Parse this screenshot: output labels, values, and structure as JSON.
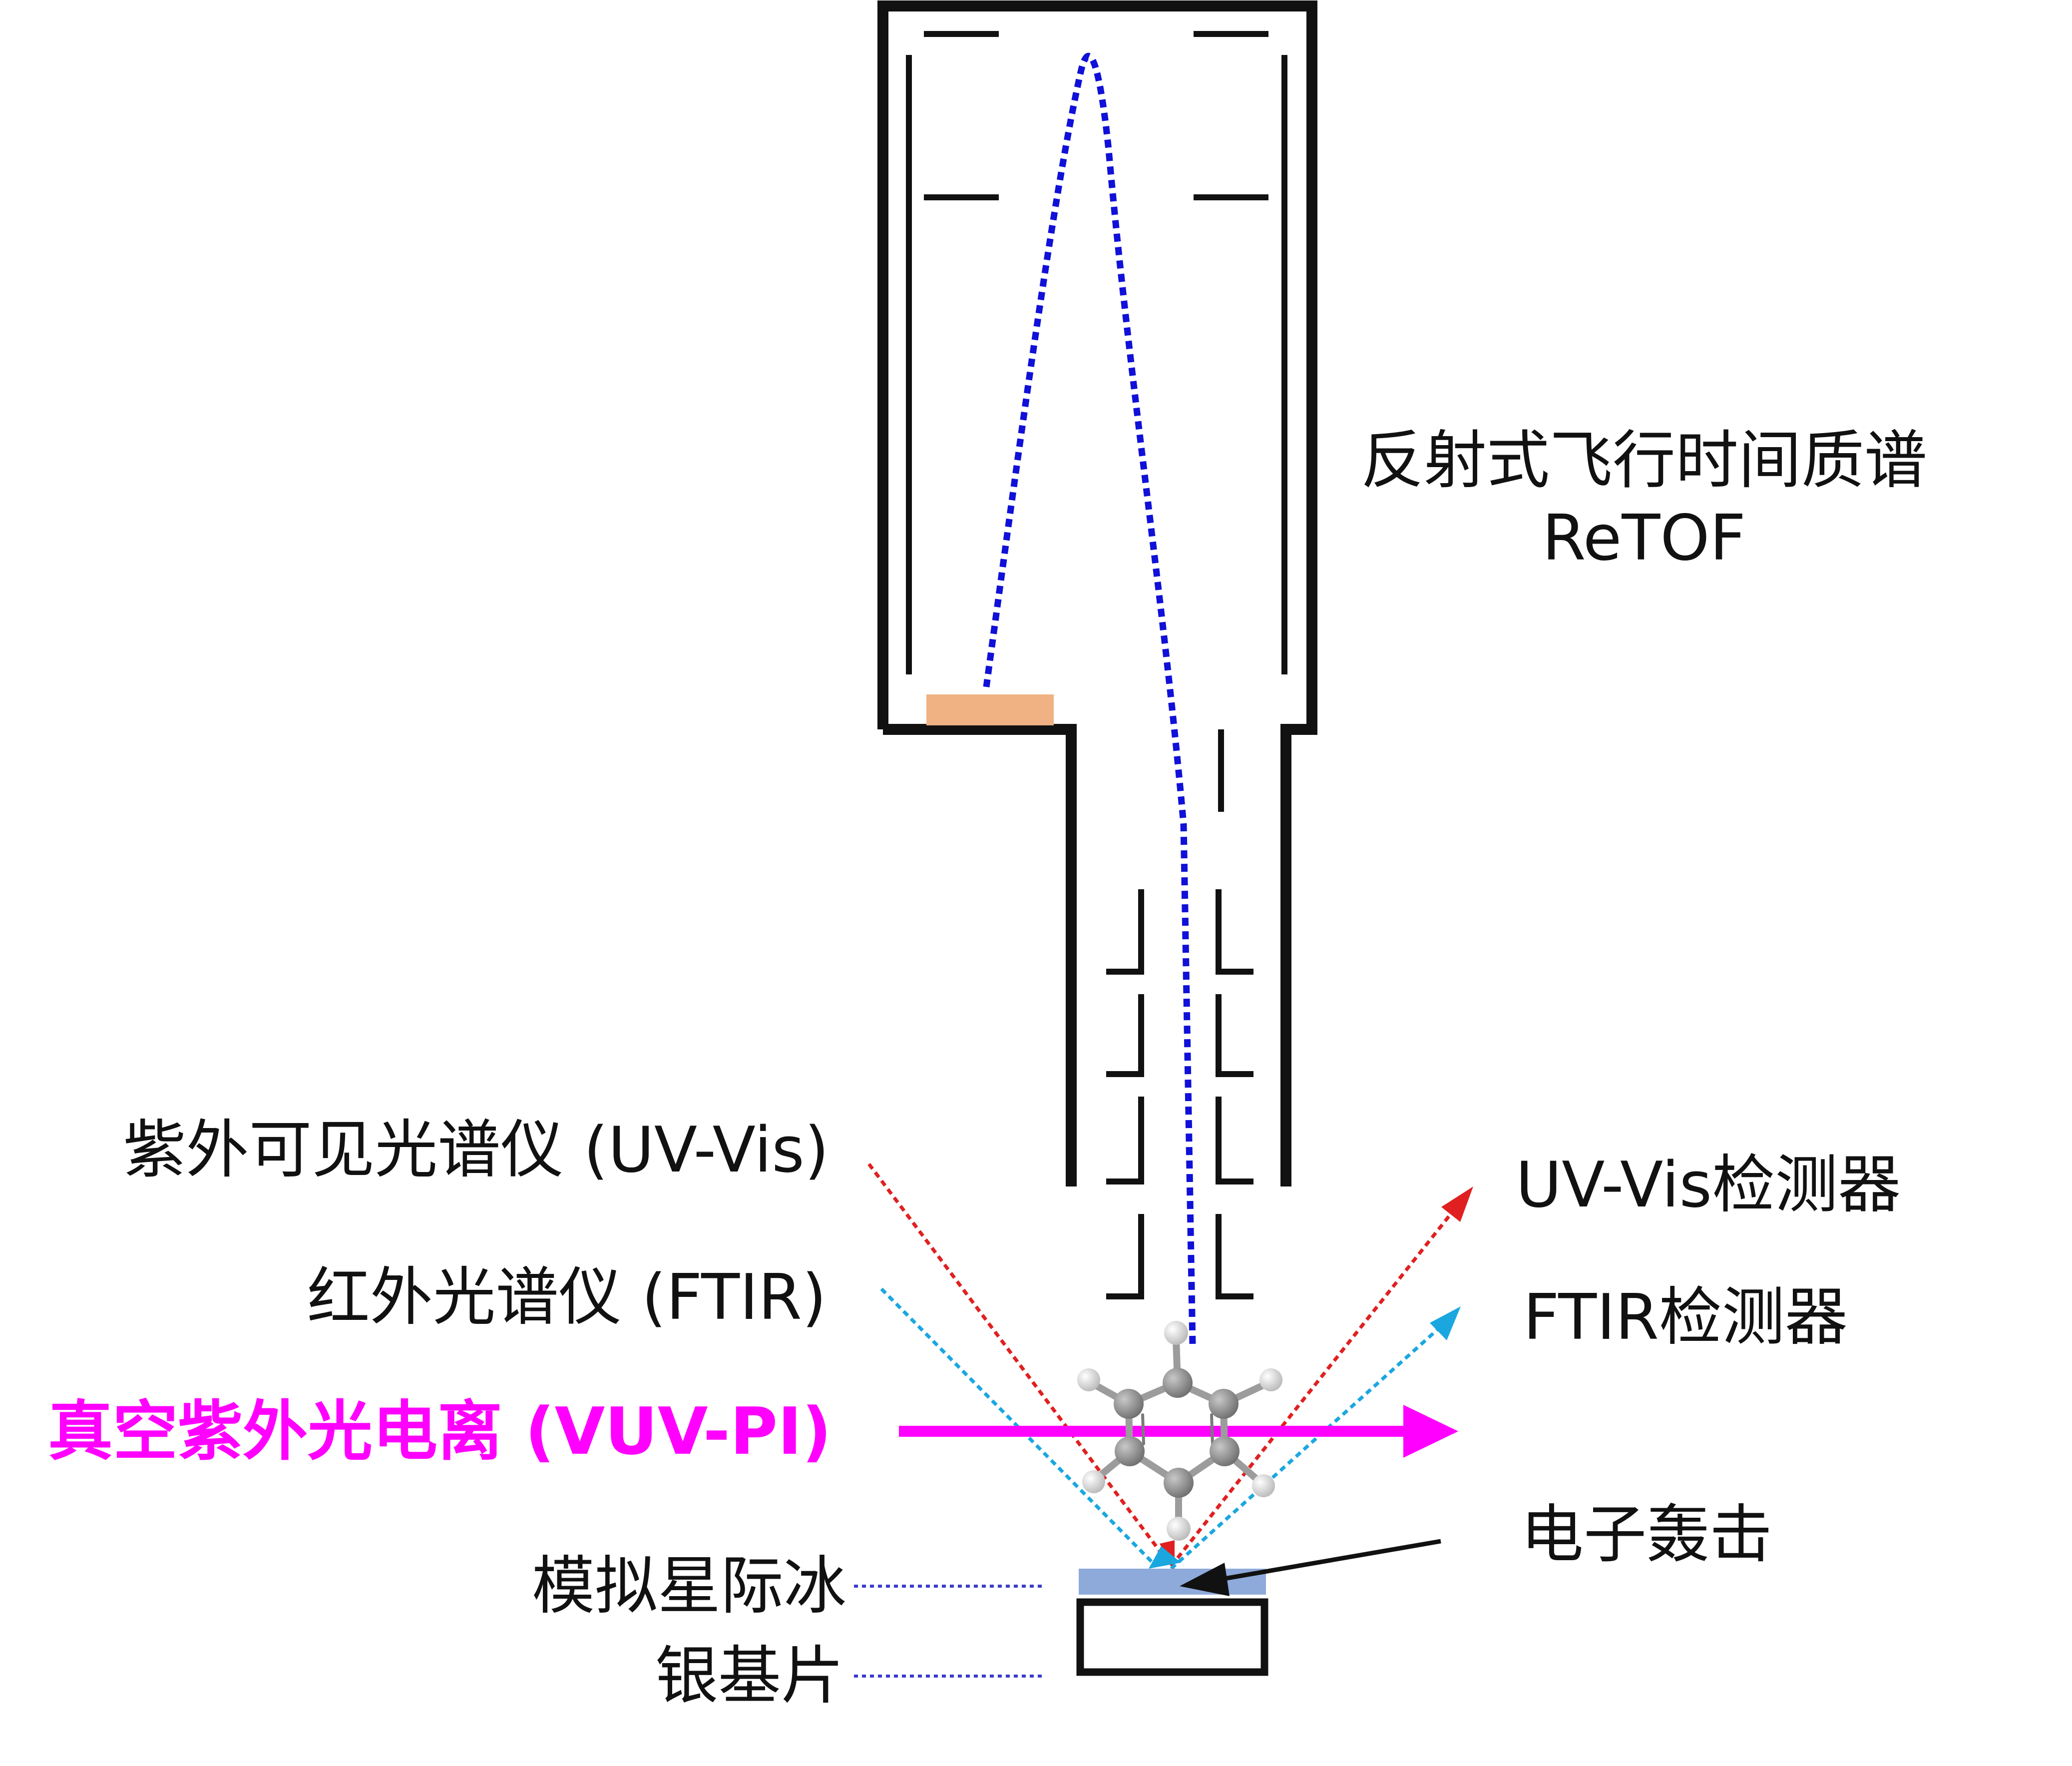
{
  "retof": {
    "title_cn": "反射式飞行时间质谱",
    "title_en": "ReTOF"
  },
  "labels": {
    "uvvis_source": "紫外可见光谱仪 (UV-Vis)",
    "ftir_source": "红外光谱仪 (FTIR)",
    "vuv_pi": "真空紫外光电离 (VUV-PI)",
    "uvvis_detector": "UV-Vis检测器",
    "ftir_detector": "FTIR检测器",
    "electron": "电子轰击",
    "ice": "模拟星际冰",
    "substrate": "银基片"
  },
  "colors": {
    "ion_path": "#1010d8",
    "detector_plate": "#f0b283",
    "uvvis_beam": "#e02020",
    "ftir_beam": "#1aa7e0",
    "vuv_beam": "#ff00ff",
    "ice_layer": "#8eaadb",
    "leader_line": "#3a3acc",
    "outline": "#111111",
    "carbon_atom": "#8c8c8c",
    "hydrogen_atom": "#ececec"
  }
}
